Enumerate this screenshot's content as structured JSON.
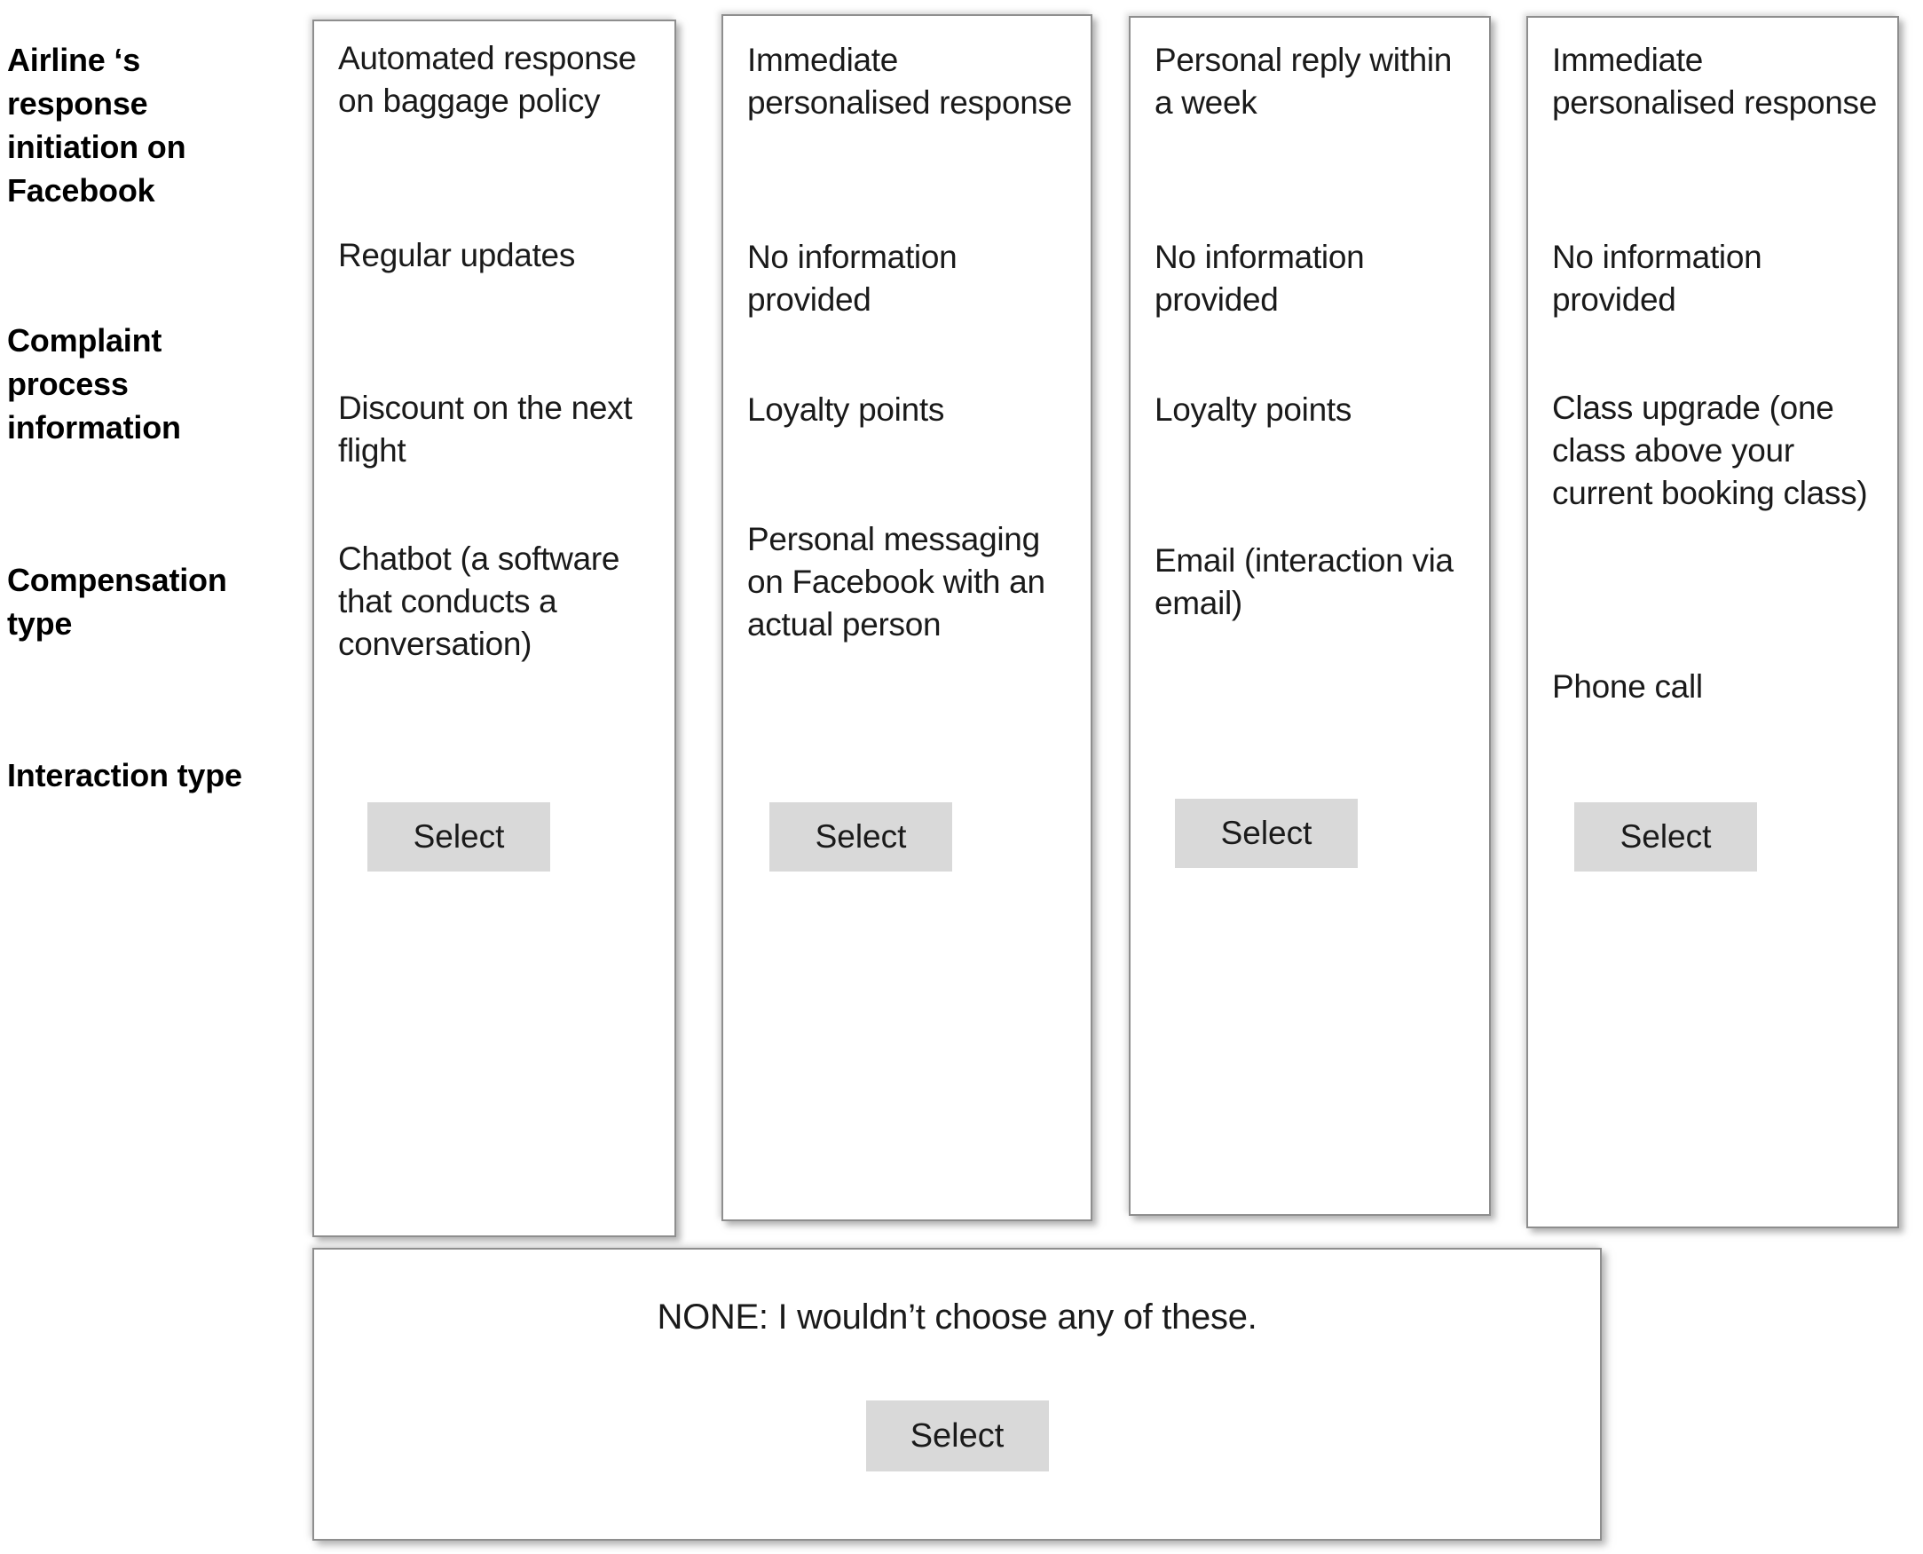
{
  "attributes": [
    {
      "label": "Airline ‘s response initiation on Facebook"
    },
    {
      "label": "Complaint process information"
    },
    {
      "label": "Compensation type"
    },
    {
      "label": "Interaction type"
    }
  ],
  "options": [
    {
      "id": "option-1",
      "values": [
        "Automated response on baggage policy",
        "Regular updates",
        "Discount on the next flight",
        "Chatbot (a software that conducts a conversation)"
      ],
      "select_label": "Select"
    },
    {
      "id": "option-2",
      "values": [
        "Immediate personalised response",
        "No information provided",
        "Loyalty points",
        "Personal messaging on Facebook with an actual person"
      ],
      "select_label": "Select"
    },
    {
      "id": "option-3",
      "values": [
        "Personal reply within a week",
        "No information provided",
        "Loyalty points",
        "Email (interaction via email)"
      ],
      "select_label": "Select"
    },
    {
      "id": "option-4",
      "values": [
        "Immediate personalised response",
        "No information provided",
        "Class upgrade (one class above your current booking class)",
        "Phone call"
      ],
      "select_label": "Select"
    }
  ],
  "none_option": {
    "text": "NONE: I wouldn’t choose any of these.",
    "select_label": "Select"
  },
  "colors": {
    "background": "#ffffff",
    "card_border": "#8e8e8e",
    "button_fill": "#d9d9d9",
    "text": "#1a1a1a",
    "label_text": "#000000"
  }
}
